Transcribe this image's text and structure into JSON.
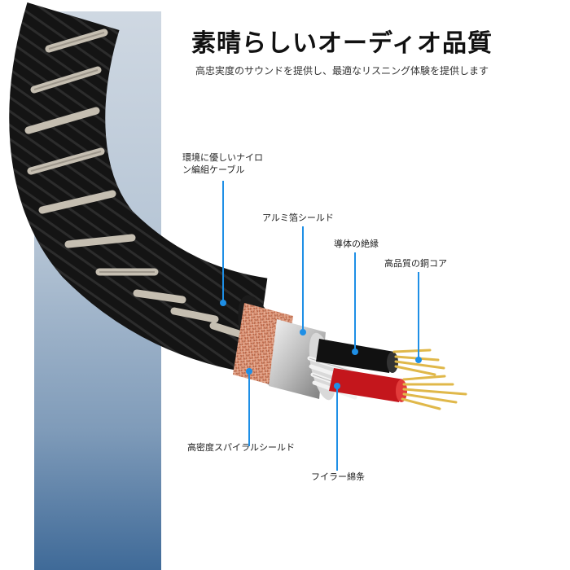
{
  "title": "素晴らしいオーディオ品質",
  "subtitle": "高忠実度のサウンドを提供し、最適なリスニング体験を提供します",
  "labels": {
    "nylon_line1": "環境に優しいナイロ",
    "nylon_line2": "ン編組ケーブル",
    "aluminum": "アルミ箔シールド",
    "insulation": "導体の絶縁",
    "copper": "高品質の銅コア",
    "spiral": "高密度スパイラルシールド",
    "filler": "フイラー綿条"
  },
  "colors": {
    "leader_line": "#1e8fe6",
    "braid_dark": "#151515",
    "braid_stripe": "#c9c3b6",
    "copper_shield": "#c97a5a",
    "red_conductor": "#c4161c",
    "gold_wire": "#e0b84a"
  }
}
